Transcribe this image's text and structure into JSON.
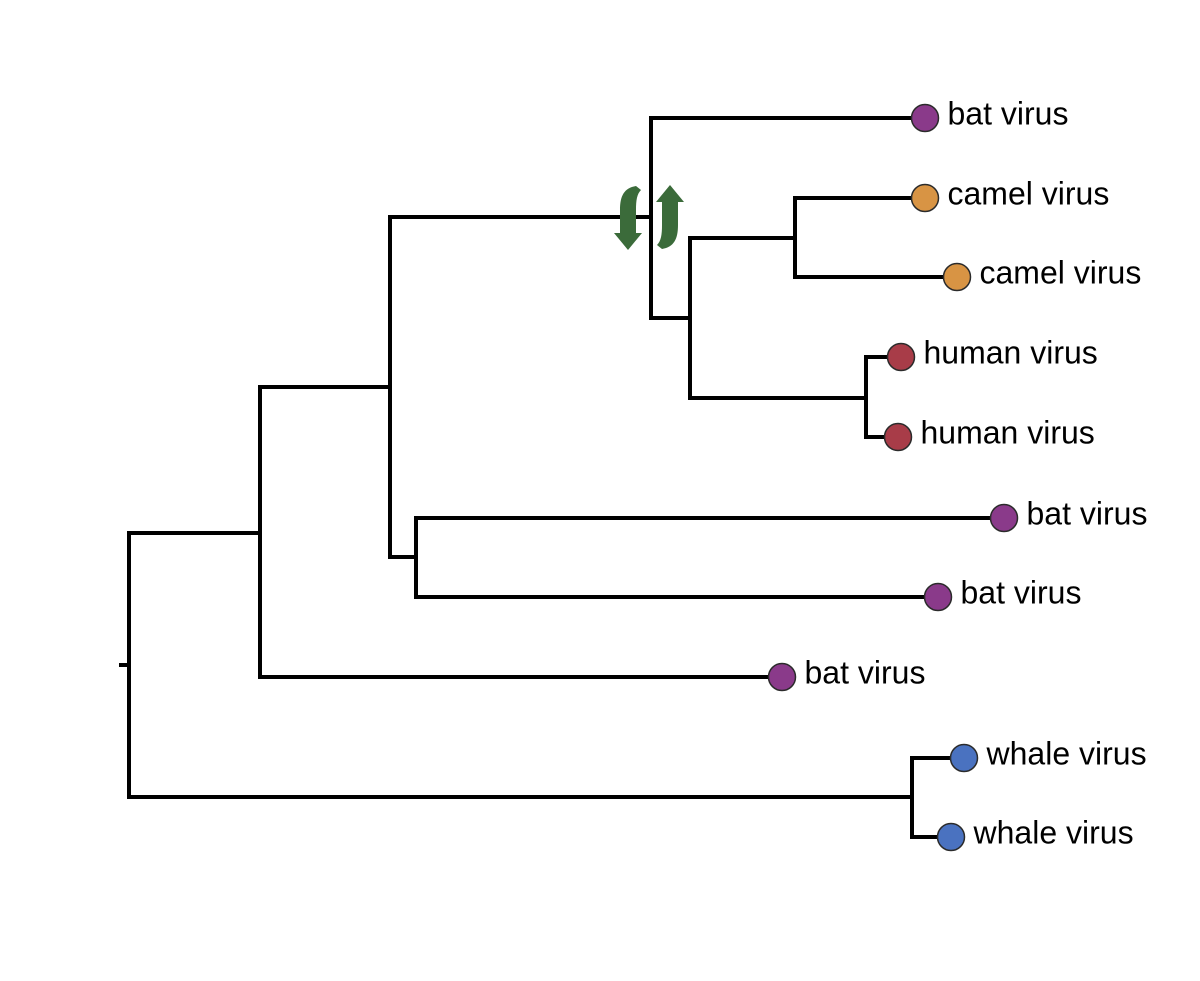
{
  "colors": {
    "bat": "#8a3a8a",
    "camel": "#d89444",
    "human": "#a83c48",
    "whale": "#4a72c0",
    "arrow": "#3b6b3a"
  },
  "swap_icon": "swap-arrows-icon",
  "tips": [
    {
      "id": "tip-bat-1",
      "label": "bat virus",
      "host": "bat"
    },
    {
      "id": "tip-camel-1",
      "label": "camel virus",
      "host": "camel"
    },
    {
      "id": "tip-camel-2",
      "label": "camel virus",
      "host": "camel"
    },
    {
      "id": "tip-human-1",
      "label": "human virus",
      "host": "human"
    },
    {
      "id": "tip-human-2",
      "label": "human virus",
      "host": "human"
    },
    {
      "id": "tip-bat-2",
      "label": "bat virus",
      "host": "bat"
    },
    {
      "id": "tip-bat-3",
      "label": "bat virus",
      "host": "bat"
    },
    {
      "id": "tip-bat-4",
      "label": "bat virus",
      "host": "bat"
    },
    {
      "id": "tip-whale-1",
      "label": "whale virus",
      "host": "whale"
    },
    {
      "id": "tip-whale-2",
      "label": "whale virus",
      "host": "whale"
    }
  ]
}
